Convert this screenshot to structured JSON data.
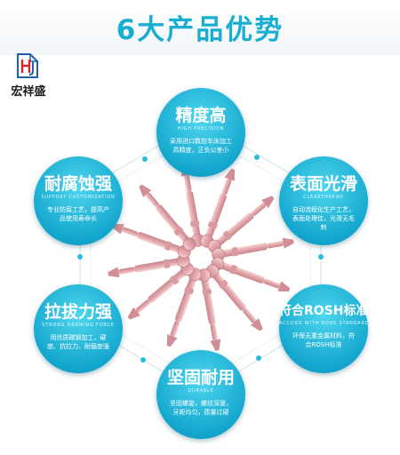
{
  "header": {
    "title": "6大产品优势"
  },
  "brand": {
    "logo_icon": "hj-monogram-icon",
    "name": "宏祥盛",
    "accent_color": "#1aaed2",
    "circle_color": "#13a6cd",
    "product_color": "#e8b4b8"
  },
  "features": [
    {
      "title": "精度高",
      "subtitle": "HIGH PRECISION",
      "description": "采用进口数控车床加工高精度，正负公差小"
    },
    {
      "title": "表面光滑",
      "subtitle": "CLEARTHREAD",
      "description": "自动流程化生产工艺，表面处理佳，光滑无毛刺"
    },
    {
      "title": "符合ROSH标准",
      "subtitle": "ACCORD WITH ROHS STANDARD",
      "description": "环保无重金属材料，符合ROSH标准"
    },
    {
      "title": "坚固耐用",
      "subtitle": "DURABLE",
      "description": "坚固螺旋，螺纹深邃，牙距均匀，质量过硬"
    },
    {
      "title": "拉拔力强",
      "subtitle": "STRONG DRAWING FORCE",
      "description": "用优质碳钢加工，硬度、抗拉力、耐磨度强"
    },
    {
      "title": "耐腐蚀强",
      "subtitle": "SUPPORT CUSTOMIZATION",
      "description": "专业防腐工艺，提高产品使用寿命长"
    }
  ],
  "center_image": {
    "subject": "rose-gold-pins-product-icon"
  }
}
